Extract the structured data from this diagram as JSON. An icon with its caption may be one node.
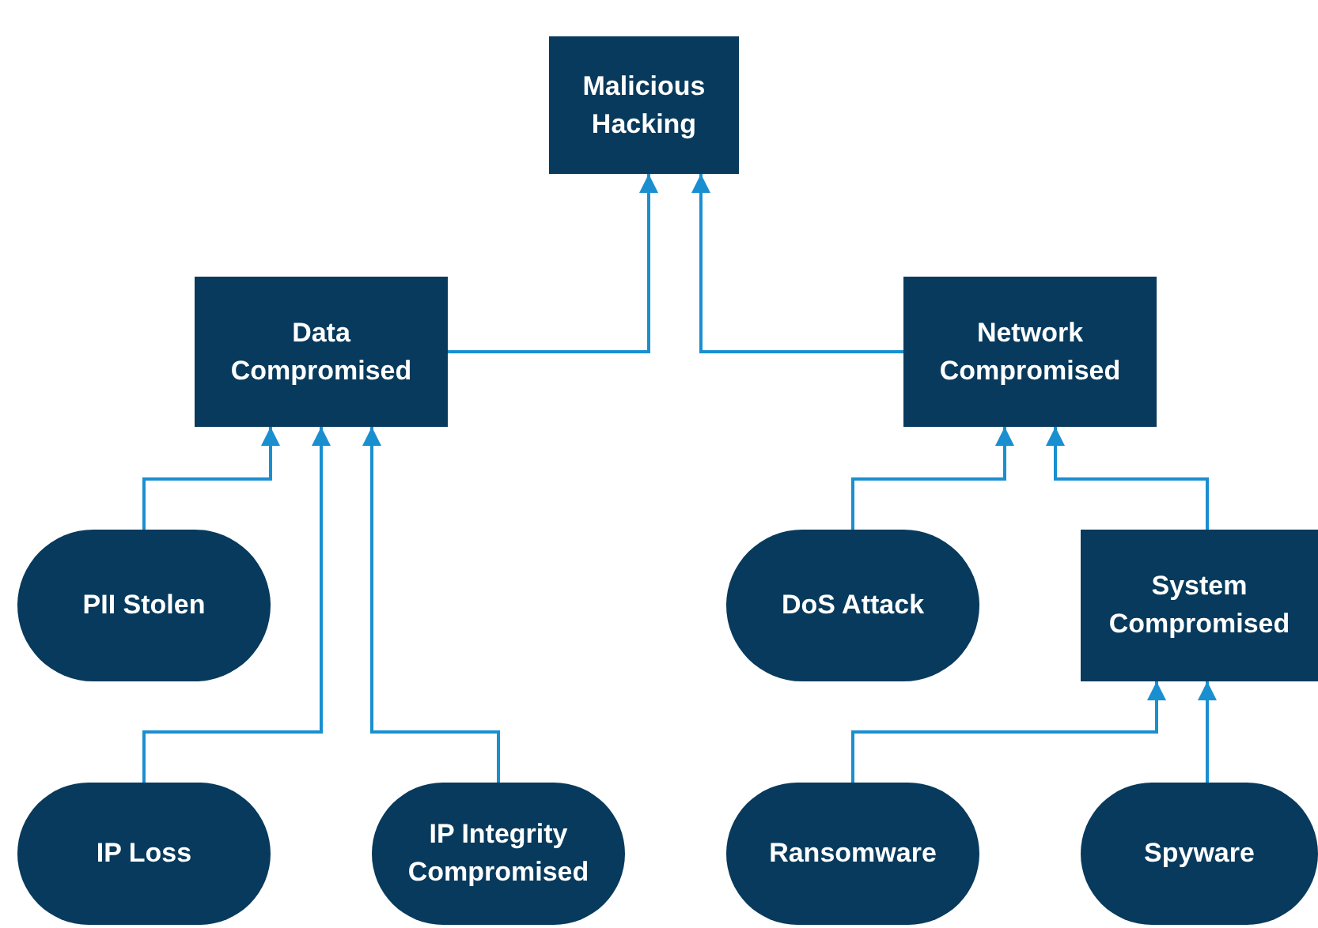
{
  "diagram": {
    "nodes": [
      {
        "text": [
          "Malicious Hacking"
        ]
      },
      {
        "text": [
          "Data Compromised"
        ]
      },
      {
        "text": [
          "Network Compromised"
        ]
      },
      {
        "text": [
          "PII Stolen"
        ]
      },
      {
        "text": [
          "DoS Attack"
        ]
      },
      {
        "text": [
          "System Compromised"
        ]
      },
      {
        "text": [
          "IP Loss"
        ]
      },
      {
        "text": [
          "IP Integrity Compromised"
        ]
      },
      {
        "text": [
          "Ransomware"
        ]
      },
      {
        "text": [
          "Spyware"
        ]
      }
    ],
    "edges": [
      {
        "from": 1,
        "to": 0,
        "arrow": "to"
      },
      {
        "from": 2,
        "to": 0,
        "arrow": "to"
      },
      {
        "from": 3,
        "to": 1,
        "arrow": "to"
      },
      {
        "from": 6,
        "to": 1,
        "arrow": "to"
      },
      {
        "from": 7,
        "to": 1,
        "arrow": "to"
      },
      {
        "from": 4,
        "to": 2,
        "arrow": "to"
      },
      {
        "from": 5,
        "to": 2,
        "arrow": "to"
      },
      {
        "from": 8,
        "to": 5,
        "arrow": "to"
      },
      {
        "from": 9,
        "to": 5,
        "arrow": "to"
      }
    ]
  }
}
